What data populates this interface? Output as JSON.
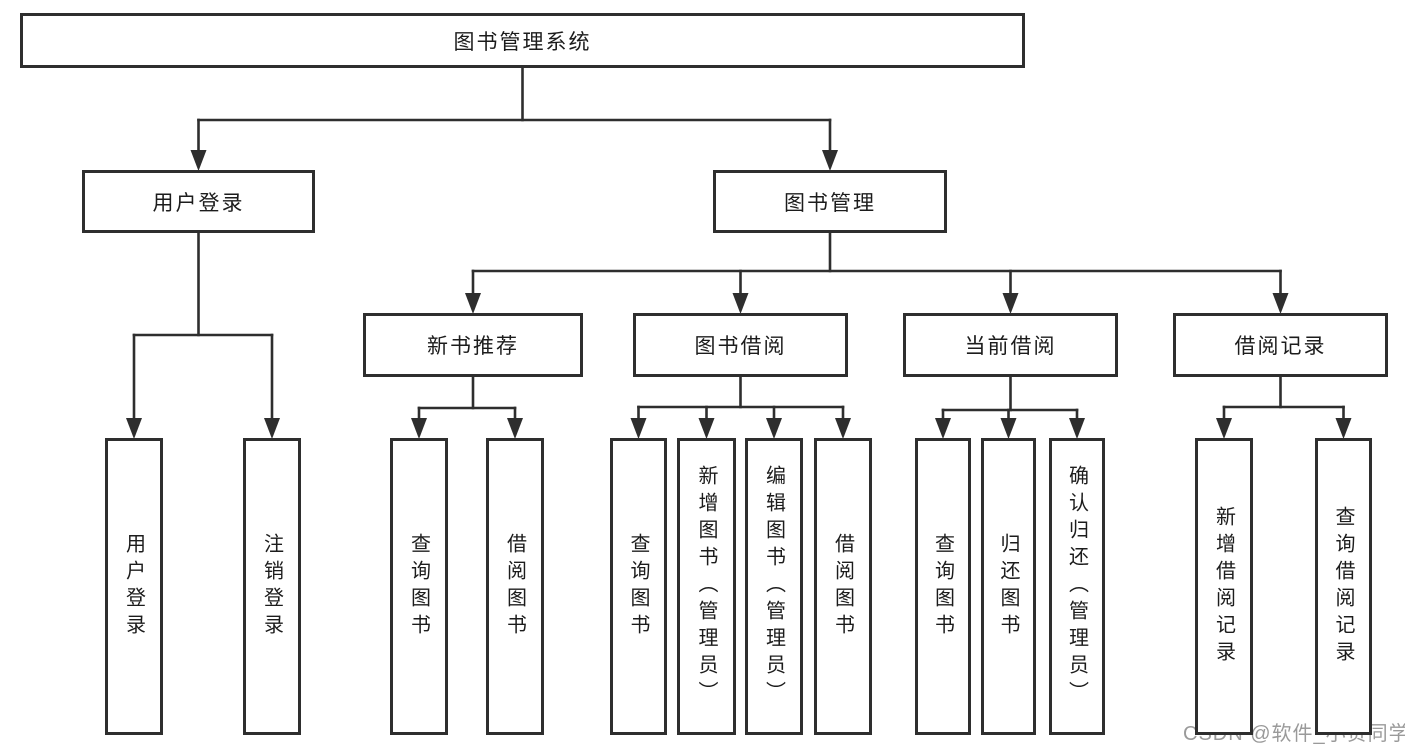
{
  "tree": {
    "id": "root",
    "label": "图书管理系统",
    "children": [
      {
        "id": "user-login",
        "label": "用户登录",
        "children": [
          {
            "id": "leaf-user-login",
            "label": "用户登录"
          },
          {
            "id": "leaf-logout",
            "label": "注销登录"
          }
        ]
      },
      {
        "id": "book-mgmt",
        "label": "图书管理",
        "children": [
          {
            "id": "new-book-rec",
            "label": "新书推荐",
            "children": [
              {
                "id": "query-books-1",
                "label": "查询图书"
              },
              {
                "id": "borrow-books-1",
                "label": "借阅图书"
              }
            ]
          },
          {
            "id": "book-borrow",
            "label": "图书借阅",
            "children": [
              {
                "id": "query-books-2",
                "label": "查询图书"
              },
              {
                "id": "add-book",
                "label": "新增图书（管理员）"
              },
              {
                "id": "edit-book",
                "label": "编辑图书（管理员）"
              },
              {
                "id": "borrow-books-2",
                "label": "借阅图书"
              }
            ]
          },
          {
            "id": "current-borrow",
            "label": "当前借阅",
            "children": [
              {
                "id": "query-books-3",
                "label": "查询图书"
              },
              {
                "id": "return-book",
                "label": "归还图书"
              },
              {
                "id": "confirm-return",
                "label": "确认归还（管理员）"
              }
            ]
          },
          {
            "id": "borrow-records",
            "label": "借阅记录",
            "children": [
              {
                "id": "add-borrow-record",
                "label": "新增借阅记录"
              },
              {
                "id": "query-borrow-record",
                "label": "查询借阅记录"
              }
            ]
          }
        ]
      }
    ]
  },
  "watermark": {
    "text": "CSDN @软件_小贺同学"
  },
  "colors": {
    "line": "#2e2e2e",
    "text": "#1c1c1c",
    "watermark": "#9a9a9a",
    "background": "#ffffff"
  }
}
